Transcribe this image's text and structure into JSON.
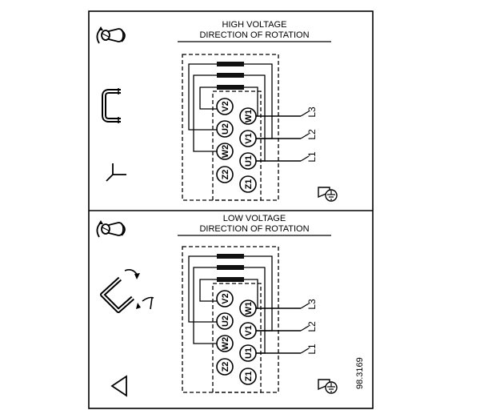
{
  "high_voltage": {
    "title_line1": "HIGH VOLTAGE",
    "title_line2": "DIRECTION OF ROTATION",
    "terminals": [
      "V2",
      "U2",
      "W2",
      "Z2",
      "W1",
      "V1",
      "U1",
      "Z1"
    ],
    "phases": [
      "L3",
      "L2",
      "L1"
    ]
  },
  "low_voltage": {
    "title_line1": "LOW VOLTAGE",
    "title_line2": "DIRECTION OF ROTATION",
    "terminals": [
      "V2",
      "U2",
      "W2",
      "Z2",
      "W1",
      "V1",
      "U1",
      "Z1"
    ],
    "phases": [
      "L3",
      "L2",
      "L1"
    ]
  },
  "drawing_number": "98.3169",
  "icons": [
    "rotation-motor-icon",
    "bridge-link-icon",
    "star-connection-icon",
    "delta-bridge-icon",
    "delta-connection-icon",
    "ground-icon"
  ]
}
